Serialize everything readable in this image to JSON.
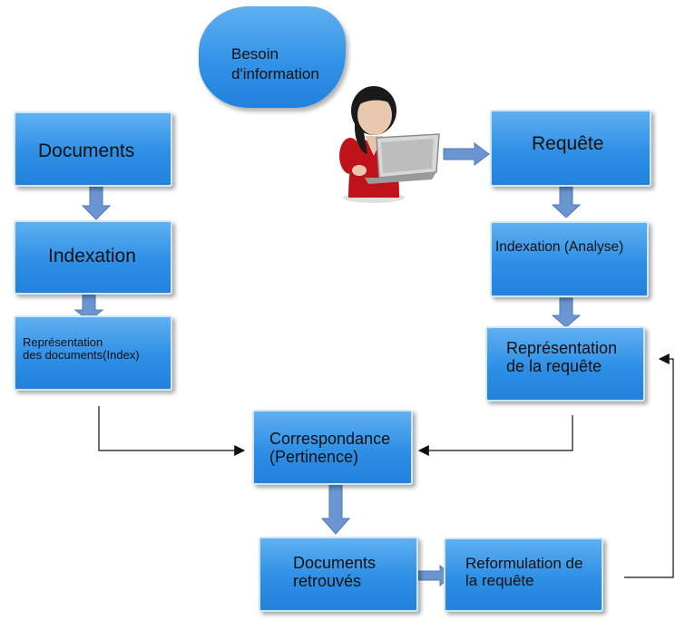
{
  "bubble": {
    "text": "Besoin\nd'information"
  },
  "boxes": {
    "documents": "Documents",
    "indexation": "Indexation",
    "representation_docs": "Représentation\ndes documents(Index)",
    "requete": "Requête",
    "indexation_analyse": "Indexation (Analyse)",
    "representation_requete": "Représentation\nde la requête",
    "correspondance": "Correspondance\n(Pertinence)",
    "documents_retrouves": "Documents\nretrouvés",
    "reformulation": "Reformulation de\nla requête"
  },
  "colors": {
    "box_fill": "#2e8fe6",
    "arrow_fill": "#6a95d0",
    "line": "#111111"
  }
}
